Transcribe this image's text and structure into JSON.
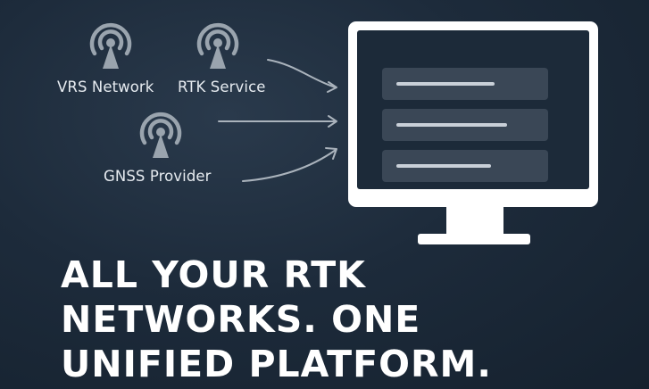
{
  "sources": [
    {
      "label": "VRS Network",
      "icon": "antenna-icon"
    },
    {
      "label": "RTK Service",
      "icon": "antenna-icon"
    },
    {
      "label": "GNSS Provider",
      "icon": "antenna-icon"
    }
  ],
  "monitor": {
    "rows": 3,
    "icon": "monitor-icon"
  },
  "headline": {
    "line1": "ALL YOUR RTK",
    "line2": "NETWORKS. ONE",
    "line3": "UNIFIED PLATFORM."
  },
  "colors": {
    "background": "#1d2b3b",
    "accent": "#ffffff",
    "icon": "#9aa4ae"
  }
}
